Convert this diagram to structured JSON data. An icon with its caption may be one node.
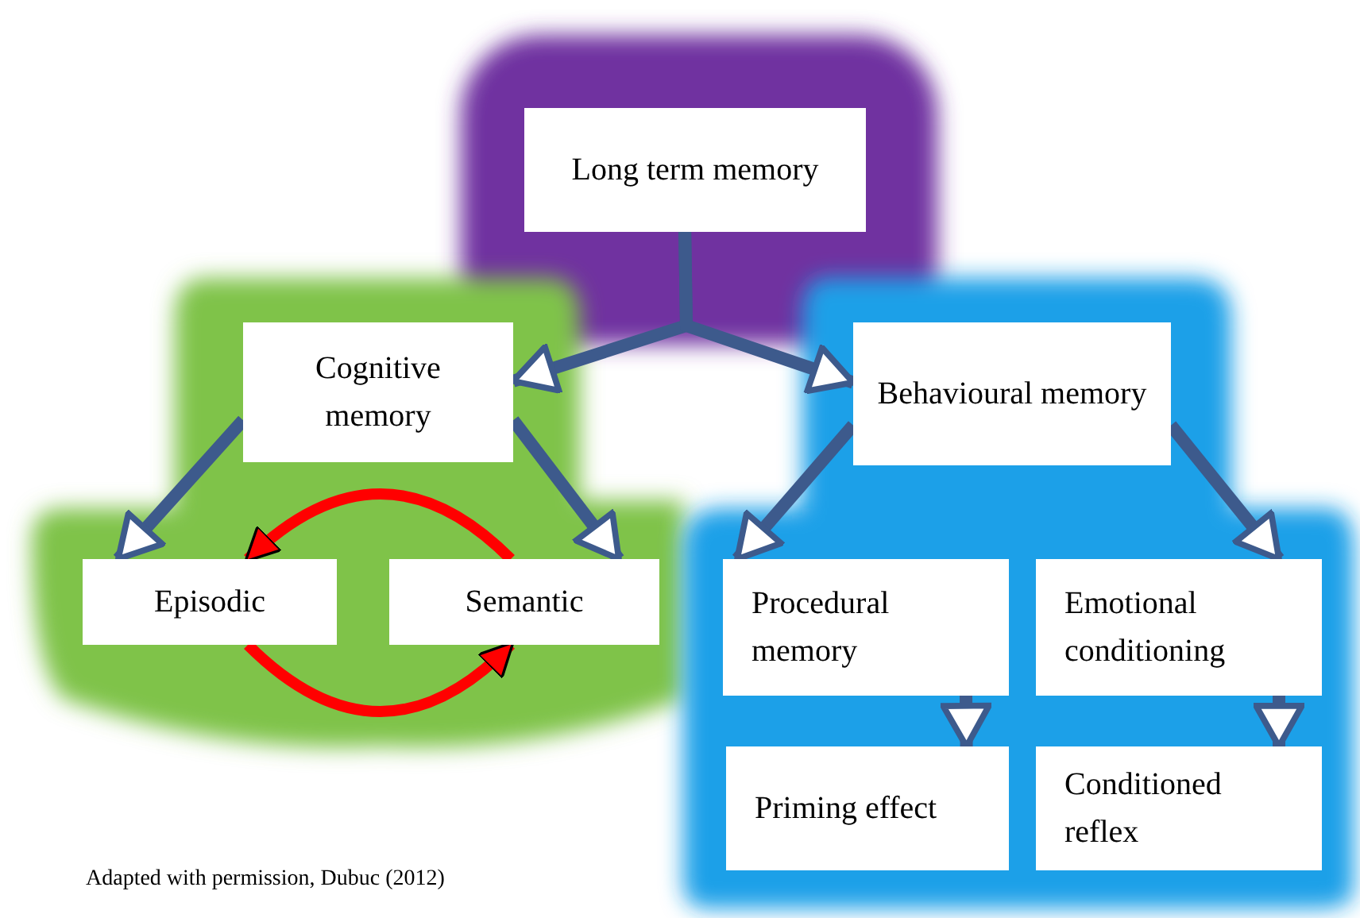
{
  "diagram": {
    "caption": "Adapted with permission, Dubuc (2012)",
    "nodes": [
      {
        "text": [
          "Long term memory"
        ]
      },
      {
        "text": [
          "Cognitive memory"
        ]
      },
      {
        "text": [
          "Behavioural memory"
        ]
      },
      {
        "text": [
          "Episodic"
        ]
      },
      {
        "text": [
          "Semantic"
        ]
      },
      {
        "text": [
          "Procedural memory"
        ]
      },
      {
        "text": [
          "Emotional conditioning"
        ]
      },
      {
        "text": [
          "Priming effect"
        ]
      },
      {
        "text": [
          "Conditioned reflex"
        ]
      }
    ],
    "edges": [
      {
        "from": 0,
        "to": 1,
        "arrow": "to"
      },
      {
        "from": 0,
        "to": 2,
        "arrow": "to"
      },
      {
        "from": 1,
        "to": 3,
        "arrow": "to"
      },
      {
        "from": 1,
        "to": 4,
        "arrow": "to"
      },
      {
        "from": 2,
        "to": 5,
        "arrow": "to"
      },
      {
        "from": 2,
        "to": 6,
        "arrow": "to"
      },
      {
        "from": 5,
        "to": 7,
        "arrow": "to"
      },
      {
        "from": 6,
        "to": 8,
        "arrow": "to"
      },
      {
        "from": 4,
        "to": 3,
        "arrow": "to",
        "color": "#ff0000"
      },
      {
        "from": 3,
        "to": 4,
        "arrow": "to",
        "color": "#ff0000"
      }
    ]
  }
}
